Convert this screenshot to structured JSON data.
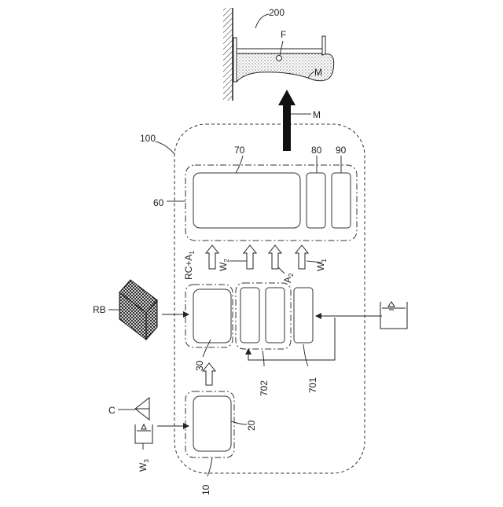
{
  "labels": {
    "system": "100",
    "tank": "200",
    "fixing_point": "F",
    "material": "M",
    "flow": "M",
    "manufacturing_unit": "60",
    "unit_70": "70",
    "unit_80": "80",
    "unit_90": "90",
    "rc_a": "RC+A",
    "rc_a_sub": "1",
    "w2": "W",
    "w2_sub": "2",
    "a2": "A",
    "a2_sub": "2",
    "w1": "W",
    "w1_sub": "1",
    "rb": "RB",
    "unit_30": "30",
    "unit_702": "702",
    "unit_701": "701",
    "c": "C",
    "unit_20": "20",
    "w3": "W",
    "w3_sub": "3",
    "unit_10": "10"
  }
}
